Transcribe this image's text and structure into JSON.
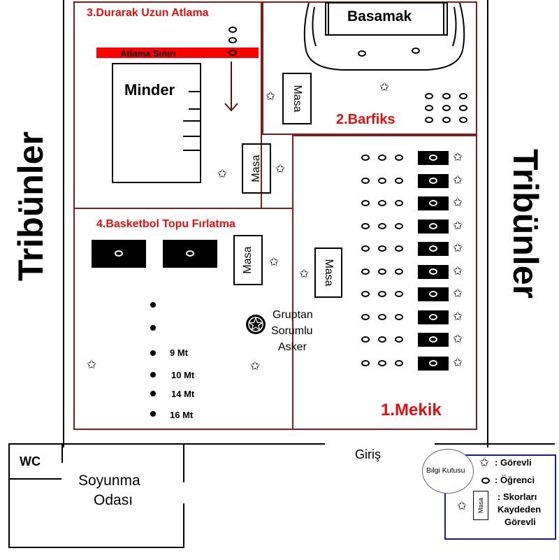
{
  "stands": {
    "left": "Tribünler",
    "right": "Tribünler"
  },
  "stations": {
    "long_jump": {
      "title": "3.Durarak Uzun Atlama",
      "limit_label": "Atlama Sınırı",
      "mat_label": "Minder",
      "table_label": "Masa"
    },
    "pullup": {
      "title": "2.Barfiks",
      "step_label": "Basamak",
      "table_label": "Masa"
    },
    "basketball_throw": {
      "title": "4.Basketbol Topu Fırlatma",
      "table_label": "Masa",
      "distances": [
        "9 Mt",
        "10 Mt",
        "14 Mt",
        "16 Mt"
      ]
    },
    "situp": {
      "title": "1.Mekik",
      "table_label": "Masa"
    }
  },
  "group_leader": {
    "line1": "Gruptan",
    "line2": "Sorumlu",
    "line3": "Asker"
  },
  "entrance": "Giriş",
  "wc": "WC",
  "changing_room": {
    "line1": "Soyunma",
    "line2": "Odası"
  },
  "info_box": {
    "badge": "Bilgi Kutusu",
    "staff": ": Görevli",
    "student": ": Öğrenci",
    "table_mini": "Masa",
    "scorer_line1": ": Skorları",
    "scorer_line2": "Kaydeden",
    "scorer_line3": "Görevli"
  },
  "symbols": {
    "star": "✩",
    "ring": "o"
  },
  "colors": {
    "station_title": "#e01010",
    "limit_bar": "#ff0000",
    "box_border": "#8b1a1a",
    "info_border": "#1a1a8a",
    "arrow": "#5a1010"
  }
}
